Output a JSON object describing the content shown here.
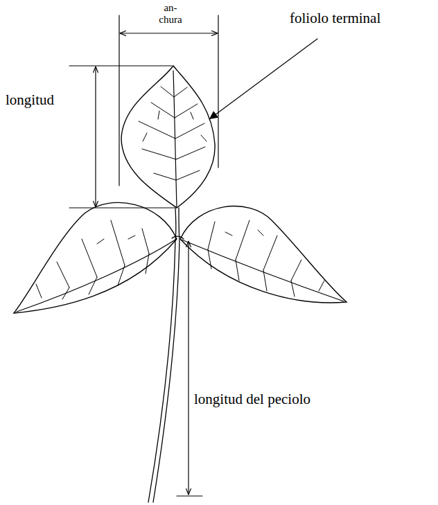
{
  "diagram": {
    "labels": [
      "an- chura",
      "foliolo terminal",
      "longitud",
      "longitud del peciolo"
    ]
  }
}
